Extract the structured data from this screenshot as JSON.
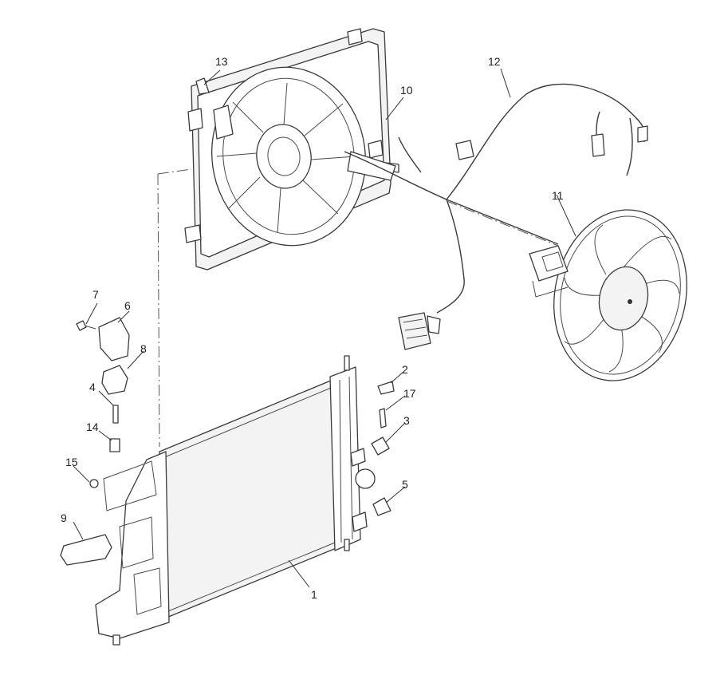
{
  "callouts": {
    "c1": "1",
    "c2": "2",
    "c3": "3",
    "c4": "4",
    "c5": "5",
    "c6": "6",
    "c7": "7",
    "c8": "8",
    "c9": "9",
    "c10": "10",
    "c11": "11",
    "c12": "12",
    "c13": "13",
    "c14": "14",
    "c15": "15",
    "c17": "17"
  },
  "colors": {
    "line": "#3a3a3a",
    "background": "#ffffff"
  }
}
